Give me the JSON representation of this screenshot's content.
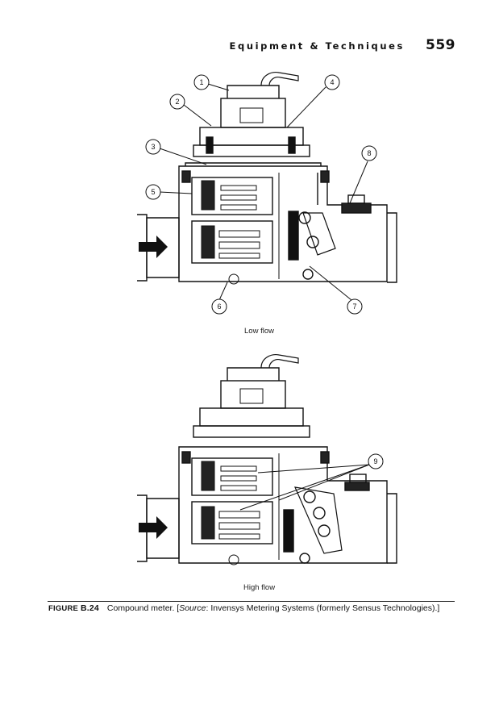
{
  "header": {
    "running_title": "Equipment & Techniques",
    "page_number": "559"
  },
  "figure": {
    "top_panel": {
      "label": "Low flow",
      "callouts": [
        "1",
        "2",
        "3",
        "4",
        "5",
        "6",
        "7",
        "8"
      ]
    },
    "bottom_panel": {
      "label": "High flow",
      "callouts": [
        "9"
      ]
    },
    "caption": {
      "label_prefix": "FIGURE",
      "label_number": "B.24",
      "text_before_source": "Compound meter. [",
      "source_label": "Source",
      "text_after_source": ": Invensys Metering Systems (formerly Sensus Technologies).]"
    }
  }
}
